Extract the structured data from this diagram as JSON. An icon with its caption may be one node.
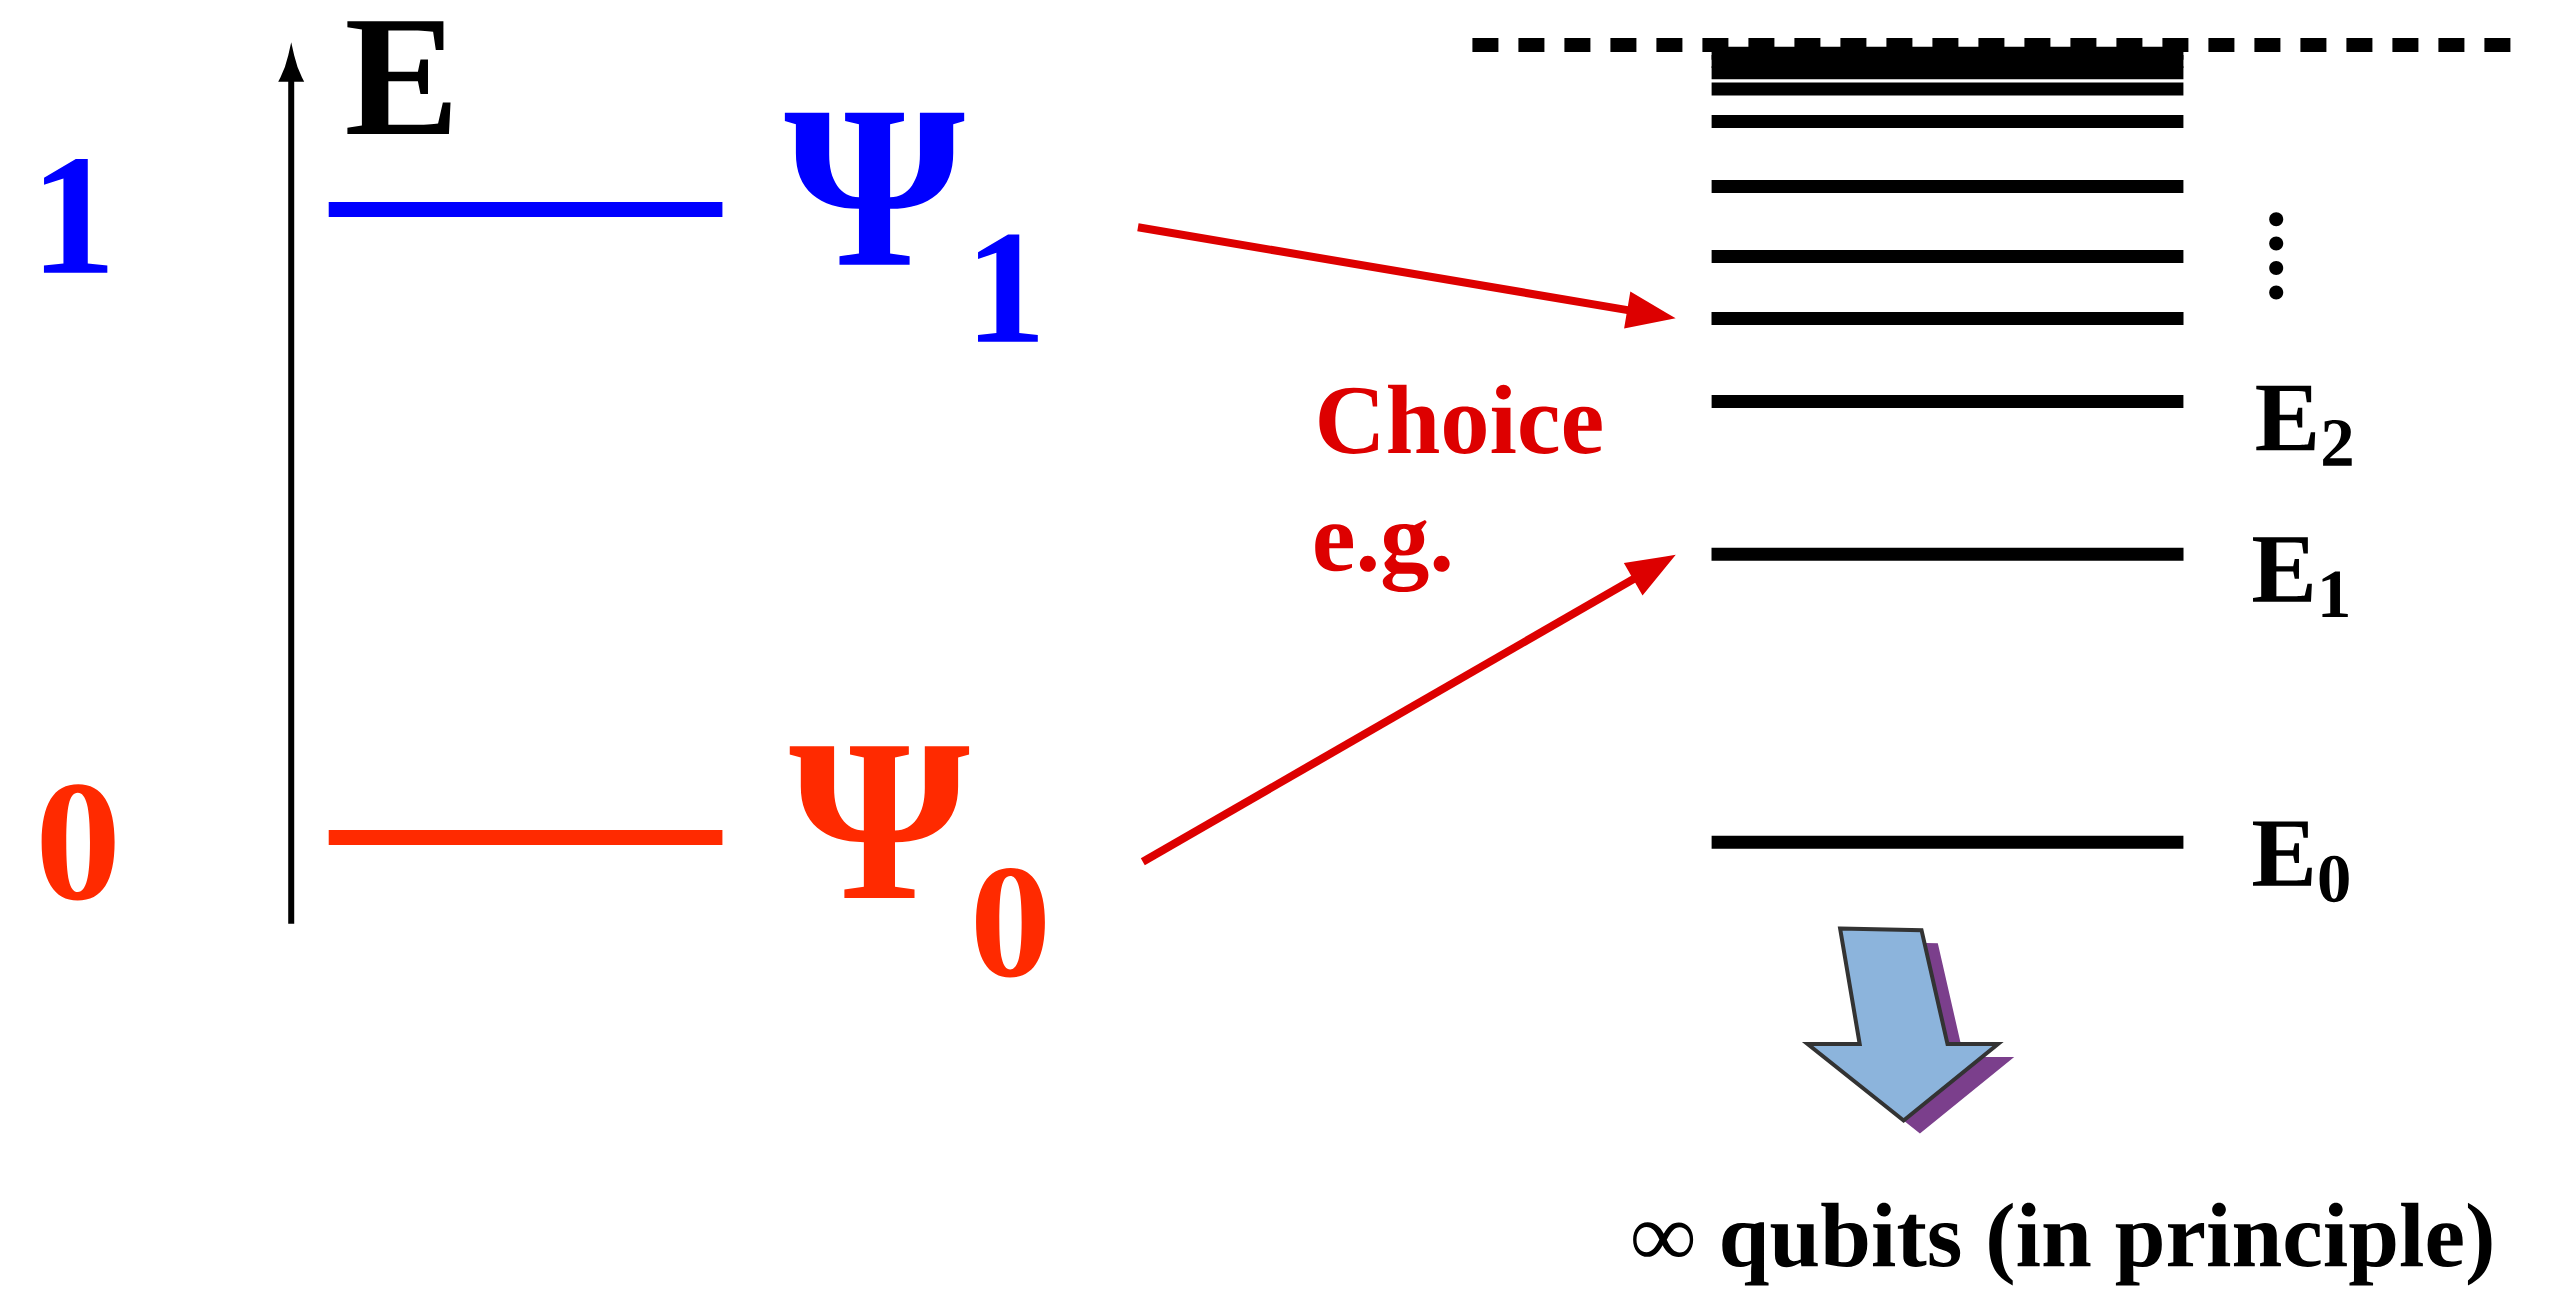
{
  "diagram": {
    "nodes": [
      {
        "text": [
          "Ψ$_{1}$"
        ]
      },
      {
        "text": [
          "Ψ$_{0}$"
        ]
      },
      {
        "text": [],
        "shape": "bar"
      },
      {
        "text": [],
        "shape": "bar"
      }
    ],
    "edges": [
      {
        "from": 0,
        "to": 2,
        "arrow": "to"
      },
      {
        "from": 1,
        "to": 3,
        "arrow": "to"
      }
    ],
    "labels": [
      "E",
      "1",
      "0",
      "Choice",
      "e.g.",
      "E$_{2}$",
      "E$_{1}$",
      "E$_{0}$",
      "∞ qubits (in principle)"
    ]
  }
}
